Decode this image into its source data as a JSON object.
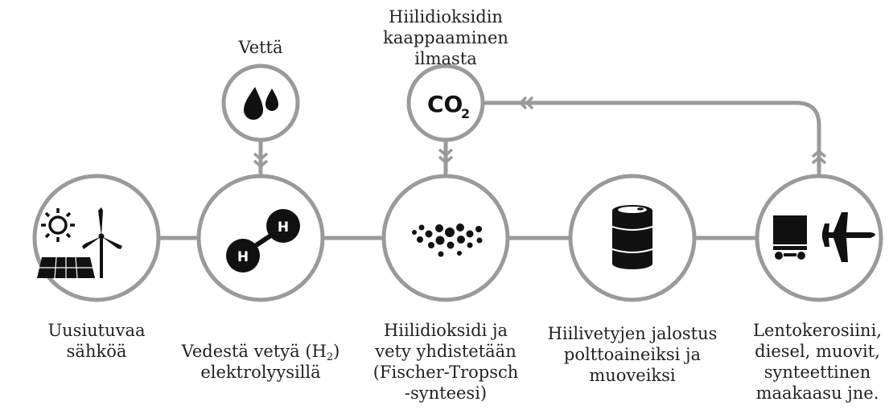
{
  "colors": {
    "ring": "#9a9a9a",
    "connector": "#9a9a9a",
    "icon": "#111111",
    "text": "#222222",
    "background": "#ffffff"
  },
  "inputs": {
    "water": {
      "label": "Vettä",
      "icon": "water-drops-icon"
    },
    "co2": {
      "label": "Hiilidioksidin\nkaappaaminen ilmasta",
      "icon": "co2-icon",
      "icon_text": "CO",
      "icon_subscript": "2"
    }
  },
  "stages": [
    {
      "id": "renewable",
      "label": "Uusiutuvaa\nsähköä",
      "icon": "sun-wind-solar-icon"
    },
    {
      "id": "electrolysis",
      "label_before_sub": "Vedestä vetyä (H",
      "label_sub": "2",
      "label_after_sub": ")\nelektrolyysillä",
      "icon": "hydrogen-molecule-icon",
      "atom_label": "H"
    },
    {
      "id": "synthesis",
      "label": "Hiilidioksidi ja\nvety yhdistetään\n(Fischer-Tropsch\n-synteesi)",
      "icon": "particles-icon"
    },
    {
      "id": "refining",
      "label": "Hiilivetyjen jalostus\npolttoaineiksi ja\nmuoveiksi",
      "icon": "oil-barrel-icon"
    },
    {
      "id": "products",
      "label": "Lentokerosiini,\ndiesel, muovit,\nsynteettinen\nmaakaasu jne.",
      "icon": "truck-airplane-icon"
    }
  ]
}
